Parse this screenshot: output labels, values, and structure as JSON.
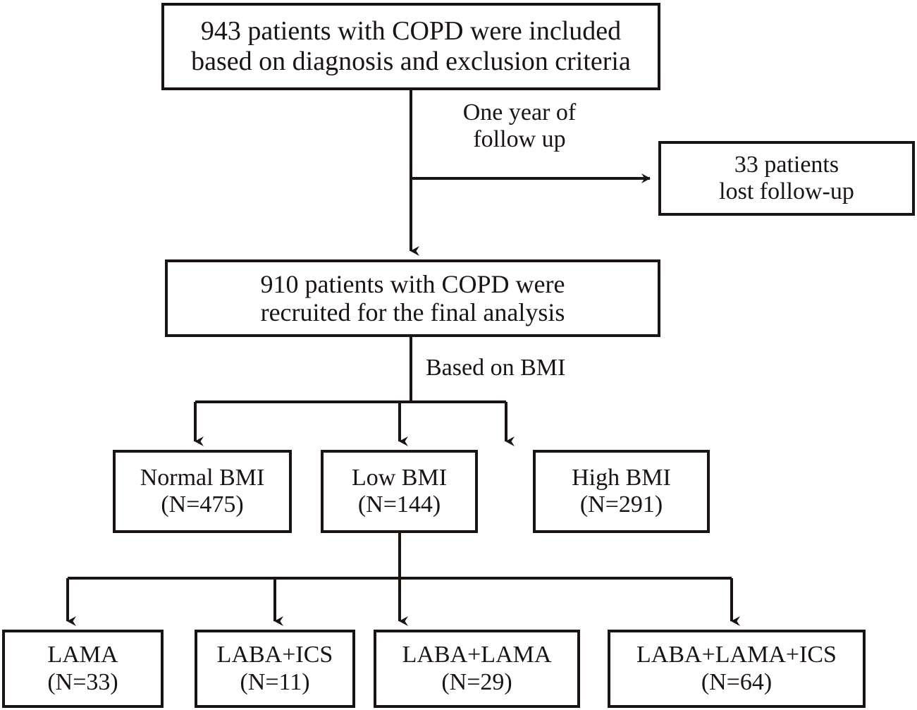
{
  "figure": {
    "type": "flowchart",
    "title": "COPD patient enrollment and BMI-based treatment flowchart",
    "stroke_color": "#1a1413",
    "background_color": "#ffffff"
  },
  "nodes": {
    "included": {
      "name": "included-patients-box",
      "line1": "943 patients with COPD were included",
      "line2": "based on diagnosis and exclusion criteria",
      "count": 943
    },
    "lost": {
      "name": "lost-followup-box",
      "line1": "33 patients",
      "line2": "lost follow-up",
      "count": 33
    },
    "recruited": {
      "name": "recruited-patients-box",
      "line1": "910 patients with COPD were",
      "line2": "recruited for the final analysis",
      "count": 910
    },
    "normal_bmi": {
      "name": "normal-bmi-box",
      "line1": "Normal BMI",
      "line2": "(N=475)",
      "count": 475
    },
    "low_bmi": {
      "name": "low-bmi-box",
      "line1": "Low BMI",
      "line2": "(N=144)",
      "count": 144
    },
    "high_bmi": {
      "name": "high-bmi-box",
      "line1": "High BMI",
      "line2": "(N=291)",
      "count": 291
    },
    "lama": {
      "name": "lama-box",
      "line1": "LAMA",
      "line2": "(N=33)",
      "count": 33
    },
    "laba_ics": {
      "name": "laba-ics-box",
      "line1": "LABA+ICS",
      "line2": "(N=11)",
      "count": 11
    },
    "laba_lama": {
      "name": "laba-lama-box",
      "line1": "LABA+LAMA",
      "line2": "(N=29)",
      "count": 29
    },
    "triple": {
      "name": "laba-lama-ics-box",
      "line1": "LABA+LAMA+ICS",
      "line2": "(N=64)",
      "count": 64
    }
  },
  "edge_labels": {
    "followup": {
      "line1": "One year of",
      "line2": "follow up"
    },
    "based_on_bmi": {
      "line1": "Based on BMI"
    }
  },
  "chart_data": {
    "type": "flowchart",
    "title": "COPD study enrollment flow",
    "stages": [
      {
        "stage": "screened",
        "label": "943 patients with COPD were included based on diagnosis and exclusion criteria",
        "n": 943
      },
      {
        "stage": "excluded",
        "label": "33 patients lost follow-up",
        "n": 33,
        "edge_label": "One year of follow up"
      },
      {
        "stage": "analysed",
        "label": "910 patients with COPD were recruited for the final analysis",
        "n": 910
      }
    ],
    "groups": {
      "split_label": "Based on BMI",
      "categories": [
        "Normal BMI",
        "Low BMI",
        "High BMI"
      ],
      "values": [
        475,
        144,
        291
      ]
    },
    "subgroups": {
      "parent": "Low BMI",
      "categories": [
        "LAMA",
        "LABA+ICS",
        "LABA+LAMA",
        "LABA+LAMA+ICS"
      ],
      "values": [
        33,
        11,
        29,
        64
      ]
    }
  }
}
